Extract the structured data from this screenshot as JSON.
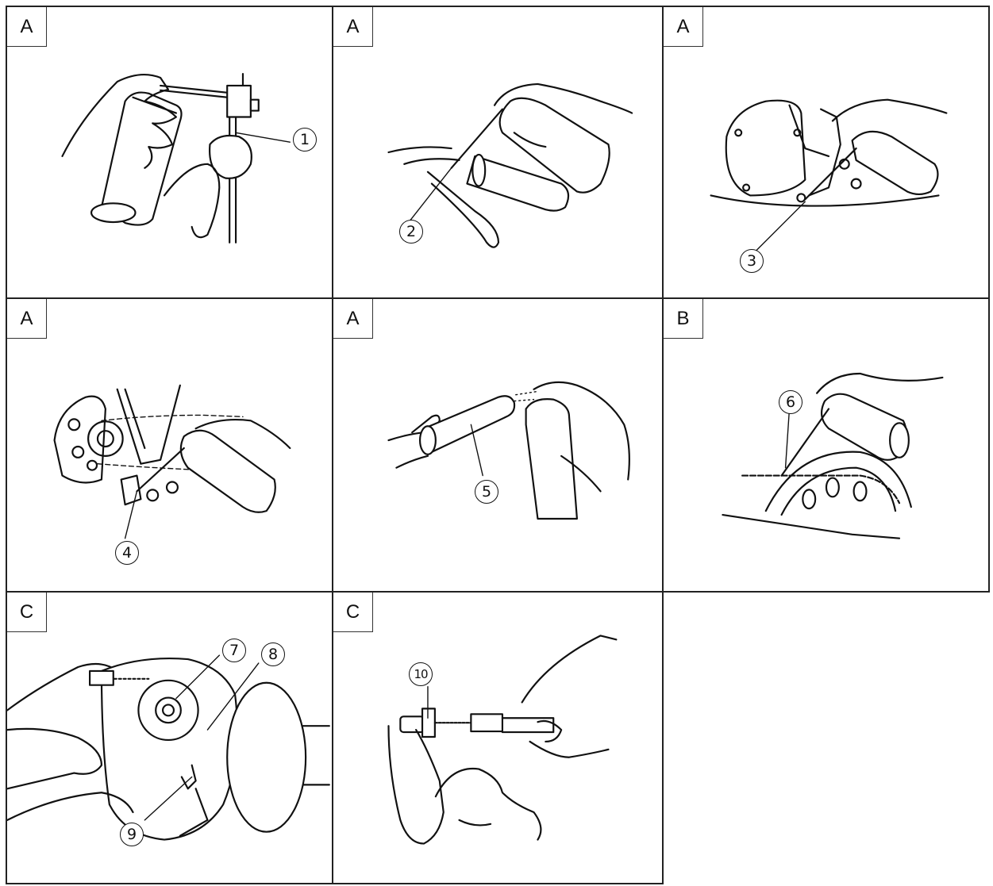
{
  "panels": [
    {
      "tag": "A",
      "callout": "1"
    },
    {
      "tag": "A",
      "callout": "2"
    },
    {
      "tag": "A",
      "callout": "3"
    },
    {
      "tag": "A",
      "callout": "4"
    },
    {
      "tag": "A",
      "callout": "5"
    },
    {
      "tag": "B",
      "callout": "6"
    },
    {
      "tag": "C",
      "callouts": [
        "7",
        "8",
        "9"
      ]
    },
    {
      "tag": "C",
      "callout": "10"
    }
  ]
}
